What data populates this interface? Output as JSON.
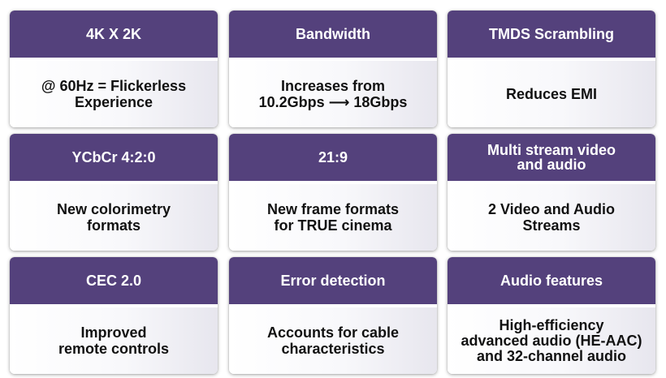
{
  "cards": [
    {
      "title": "4K X 2K",
      "body": "@ 60Hz =  Flickerless\nExperience"
    },
    {
      "title": "Bandwidth",
      "body": "Increases from\n10.2Gbps ⟶ 18Gbps"
    },
    {
      "title": "TMDS Scrambling",
      "body": "Reduces EMI"
    },
    {
      "title": "YCbCr 4:2:0",
      "body": "New colorimetry\nformats"
    },
    {
      "title": "21:9",
      "body": "New frame formats\nfor TRUE cinema"
    },
    {
      "title": "Multi stream video\nand audio",
      "body": "2 Video and Audio\nStreams"
    },
    {
      "title": "CEC 2.0",
      "body": "Improved\nremote controls"
    },
    {
      "title": "Error detection",
      "body": "Accounts for cable\ncharacteristics"
    },
    {
      "title": "Audio features",
      "body": "High-efficiency\nadvanced audio (HE-AAC)\nand 32-channel audio"
    }
  ],
  "colors": {
    "header": "#54417c",
    "header_text": "#ffffff",
    "body_text": "#111111"
  }
}
